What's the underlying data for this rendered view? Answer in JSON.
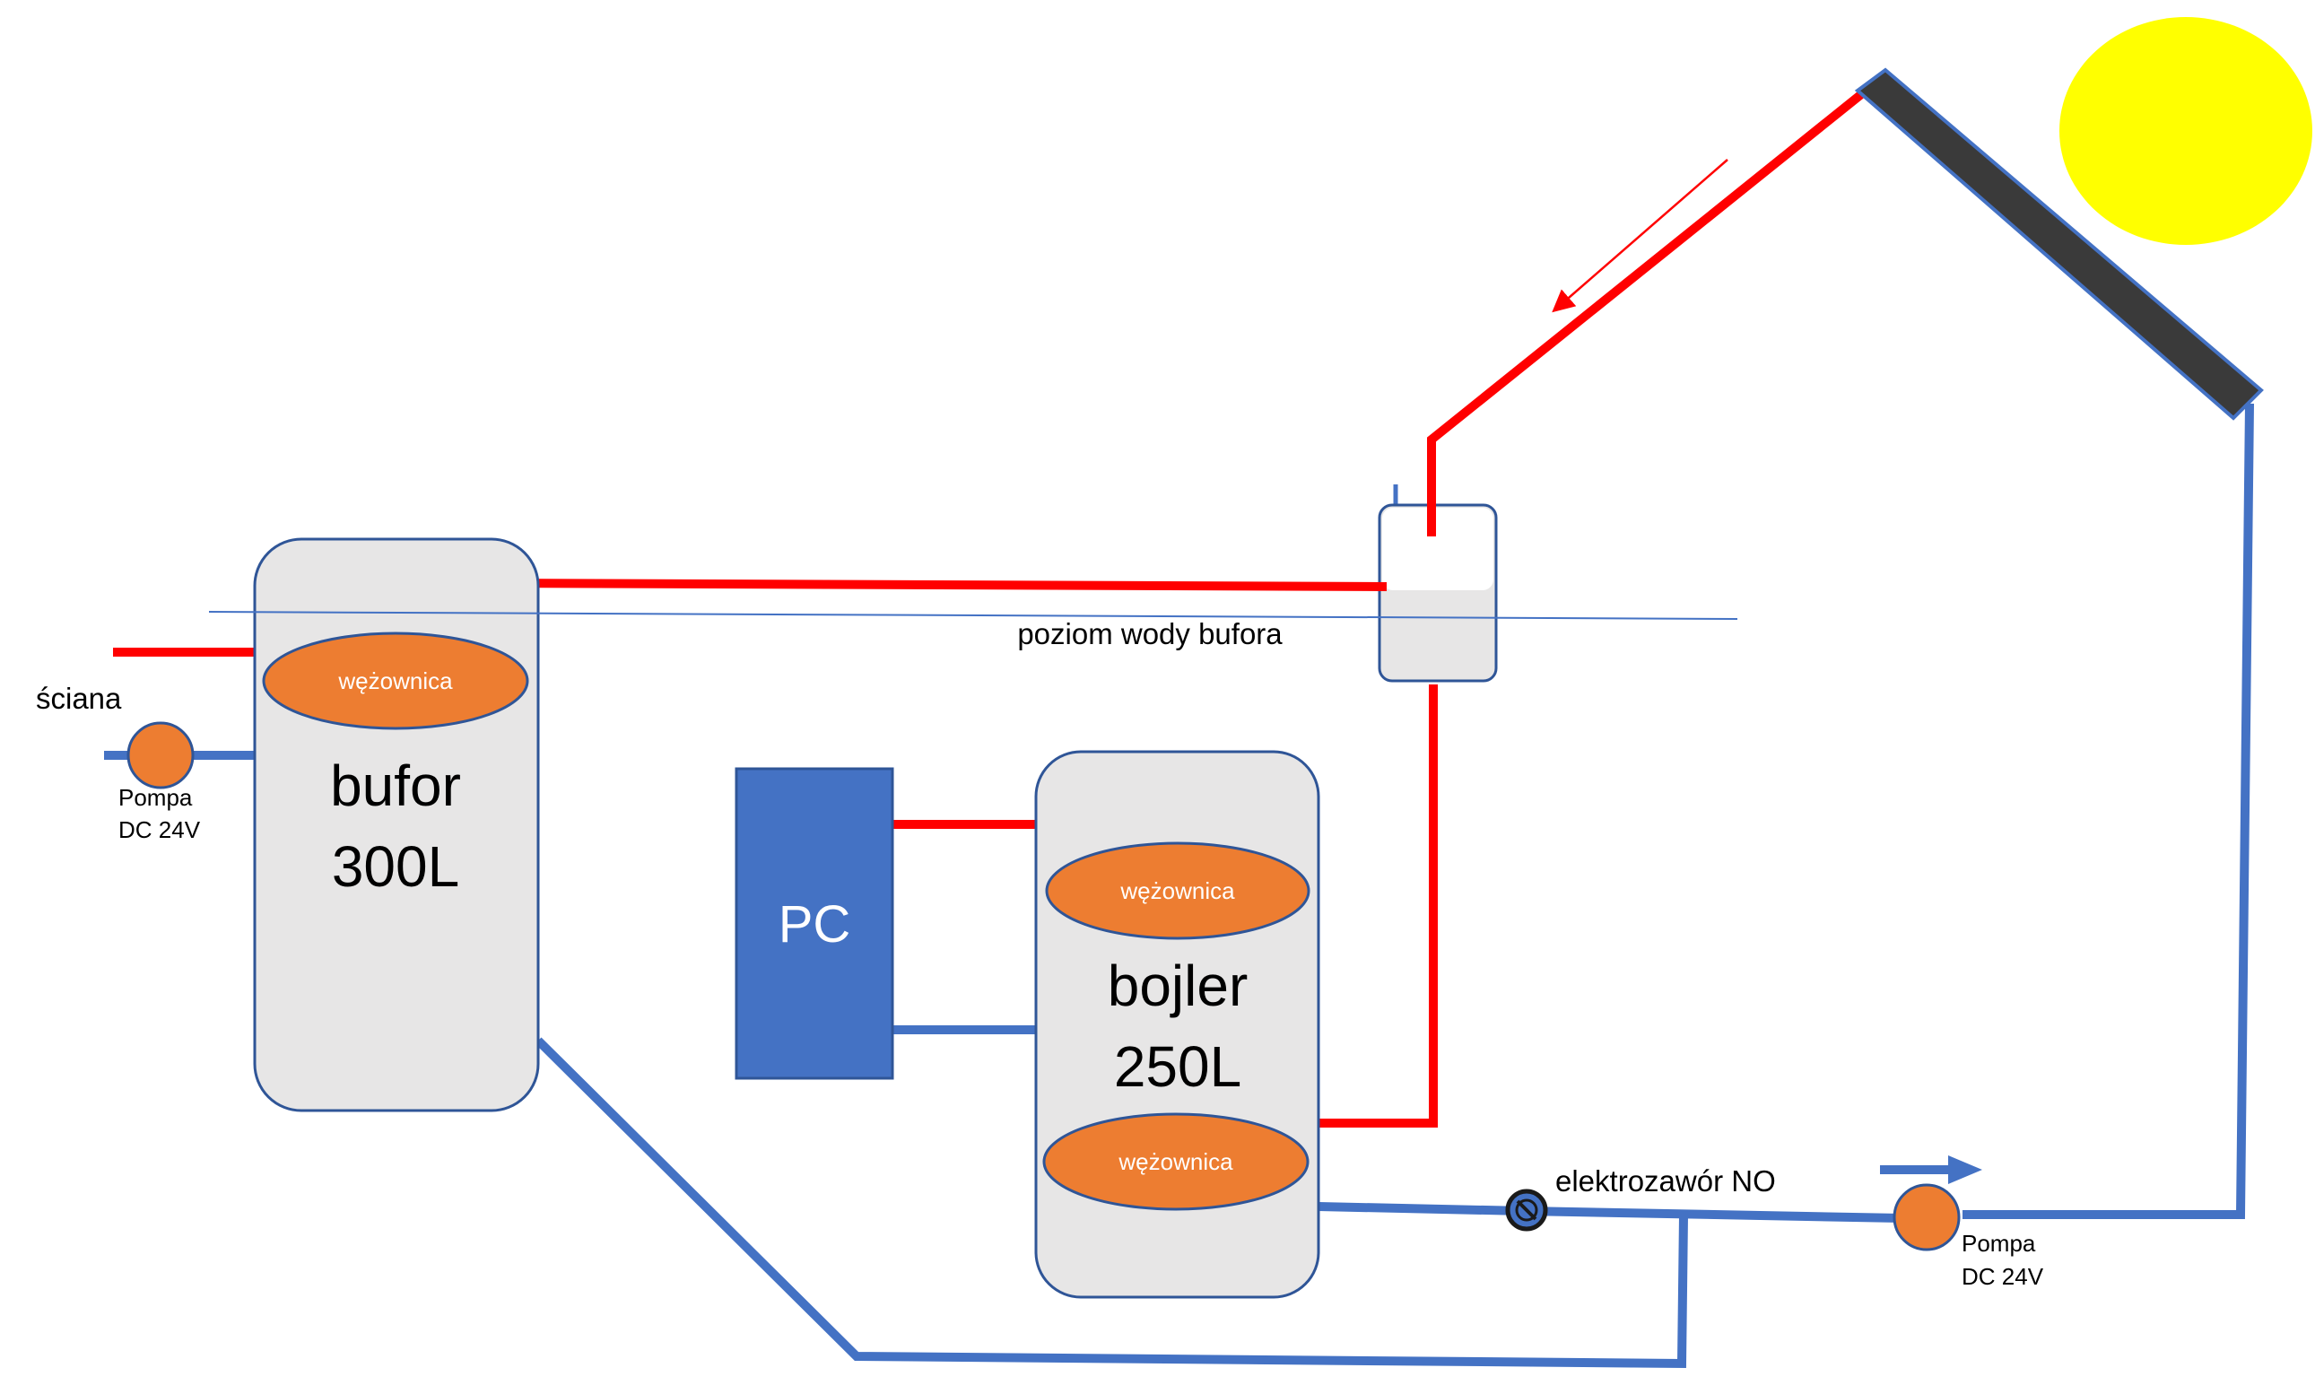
{
  "labels": {
    "wall": "ściana",
    "pump_left": [
      "Pompa",
      "DC 24V"
    ],
    "pump_right": [
      "Pompa",
      "DC 24V"
    ],
    "buffer_tank": [
      "bufor",
      "300L"
    ],
    "boiler_tank": [
      "bojler",
      "250L"
    ],
    "heat_pump": "PC",
    "coil_buffer": "wężownica",
    "coil_boiler_top": "wężownica",
    "coil_boiler_bottom": "wężownica",
    "water_level": "poziom wody bufora",
    "valve": "elektrozawór NO"
  },
  "colors": {
    "hot_pipe": "#ff0000",
    "cold_pipe": "#4472c4",
    "tank_fill": "#e7e6e6",
    "tank_border": "#2f5597",
    "coil_fill": "#ed7d31",
    "heat_pump_fill": "#4472c4",
    "solar_panel": "#3a3a3a",
    "sun": "#ffff00"
  },
  "icons": {
    "valve": "solenoid-valve-icon",
    "flow_arrow": "flow-direction-arrow-icon",
    "sun": "sun-icon",
    "solar_collector": "solar-collector-icon"
  }
}
